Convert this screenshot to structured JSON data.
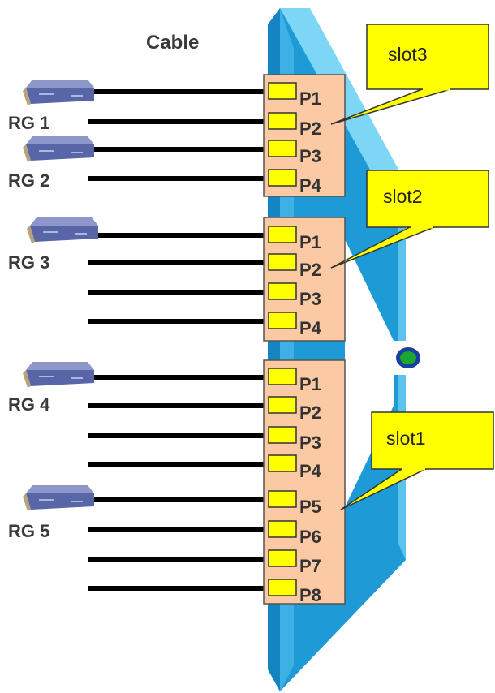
{
  "header": {
    "title": "Cable"
  },
  "devices": [
    {
      "name": "RG 1"
    },
    {
      "name": "RG 2"
    },
    {
      "name": "RG 3"
    },
    {
      "name": "RG 4"
    },
    {
      "name": "RG 5"
    }
  ],
  "slots": [
    {
      "callout": "slot3",
      "ports": [
        "P1",
        "P2",
        "P3",
        "P4"
      ]
    },
    {
      "callout": "slot2",
      "ports": [
        "P1",
        "P2",
        "P3",
        "P4"
      ]
    },
    {
      "callout": "slot1",
      "ports": [
        "P1",
        "P2",
        "P3",
        "P4",
        "P5",
        "P6",
        "P7",
        "P8"
      ]
    }
  ],
  "colors": {
    "chassis": "#1e9bd7",
    "chassis_light": "#6ccdf2",
    "card": "#fbc9a4",
    "port": "#ffff00",
    "callout": "#ffff00",
    "cable": "#000000",
    "device": "#5866a8",
    "indicator": "#1ca82e"
  },
  "icons": {
    "device": "router-icon",
    "indicator": "status-dot-icon"
  }
}
